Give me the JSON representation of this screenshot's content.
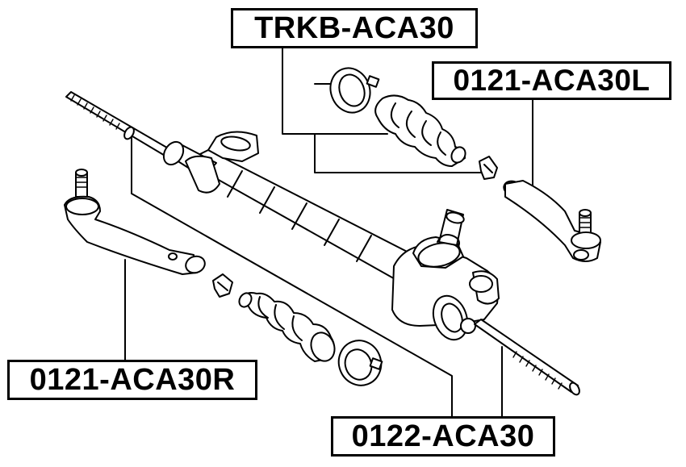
{
  "labels": {
    "boot_kit": "TRKB-ACA30",
    "tie_rod_end_left": "0121-ACA30L",
    "tie_rod_end_right": "0121-ACA30R",
    "inner_tie_rod": "0122-ACA30"
  },
  "colors": {
    "ink": "#000000",
    "paper": "#ffffff"
  }
}
